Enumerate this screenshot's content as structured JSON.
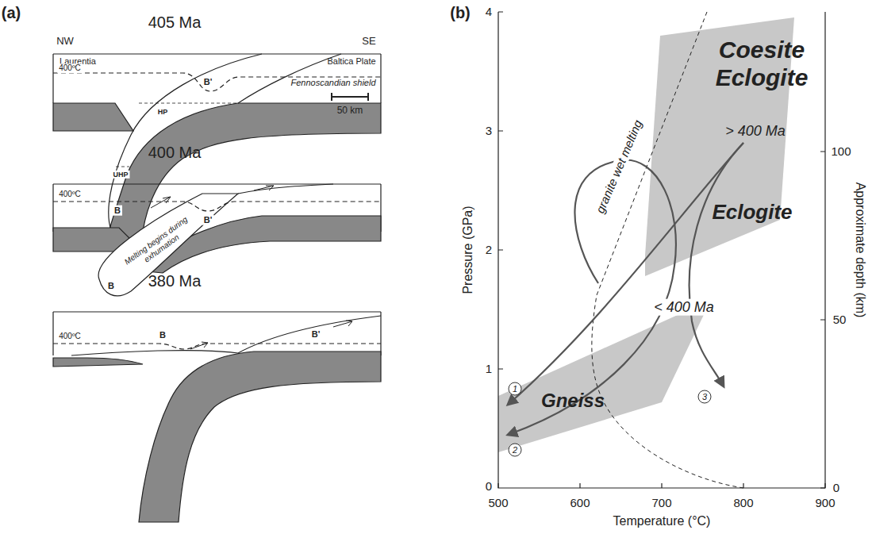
{
  "diagram": {
    "labels": [
      "(a)",
      "405 Ma",
      "NW",
      "SE",
      "Laurentia",
      "Baltica Plate",
      "400ºC",
      "Fennoscandian shield",
      "B'",
      "HP",
      "UHP",
      "B",
      "50 km",
      "400 Ma",
      "400ºC",
      "B'",
      "Melting begins during exhumation",
      "B",
      "380 Ma",
      "400ºC",
      "B",
      "B'",
      "(b)",
      "Coesite Eclogite",
      "> 400 Ma",
      "Eclogite",
      "granite wet melting",
      "< 400 Ma",
      "Gneiss",
      "1",
      "2",
      "3",
      "4",
      "3",
      "2",
      "1",
      "0",
      "500",
      "600",
      "700",
      "800",
      "900",
      "100",
      "50",
      "0",
      "Pressure (GPa)",
      "Temperature (°C)",
      "Approximate depth (km)"
    ]
  }
}
